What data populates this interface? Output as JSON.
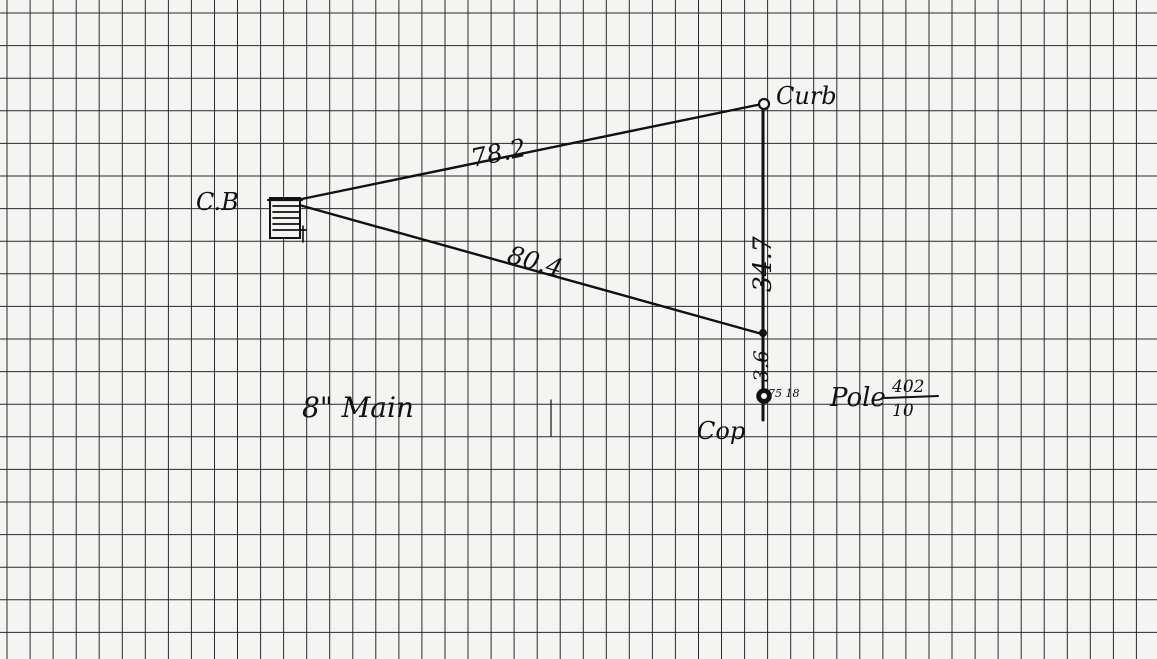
{
  "sketch": {
    "paper": {
      "background": "#f4f4f2",
      "grid_color": "#2a2a2a",
      "ink_color": "#111111"
    },
    "labels": {
      "cb": "C.B",
      "curb": "Curb",
      "cop": "Cop",
      "main": "8\" Main",
      "pole_word": "Pole",
      "pole_numerator": "402",
      "pole_denominator": "10"
    },
    "measurements": {
      "cb_to_curb": "78.2",
      "cb_to_service": "80.4",
      "curb_to_service": "34.7",
      "service_to_cop": "3.6",
      "cop_note": "75 18"
    },
    "icons": [
      "catch-basin-icon",
      "curb-stop-icon",
      "service-point-icon",
      "cop-valve-icon"
    ]
  }
}
